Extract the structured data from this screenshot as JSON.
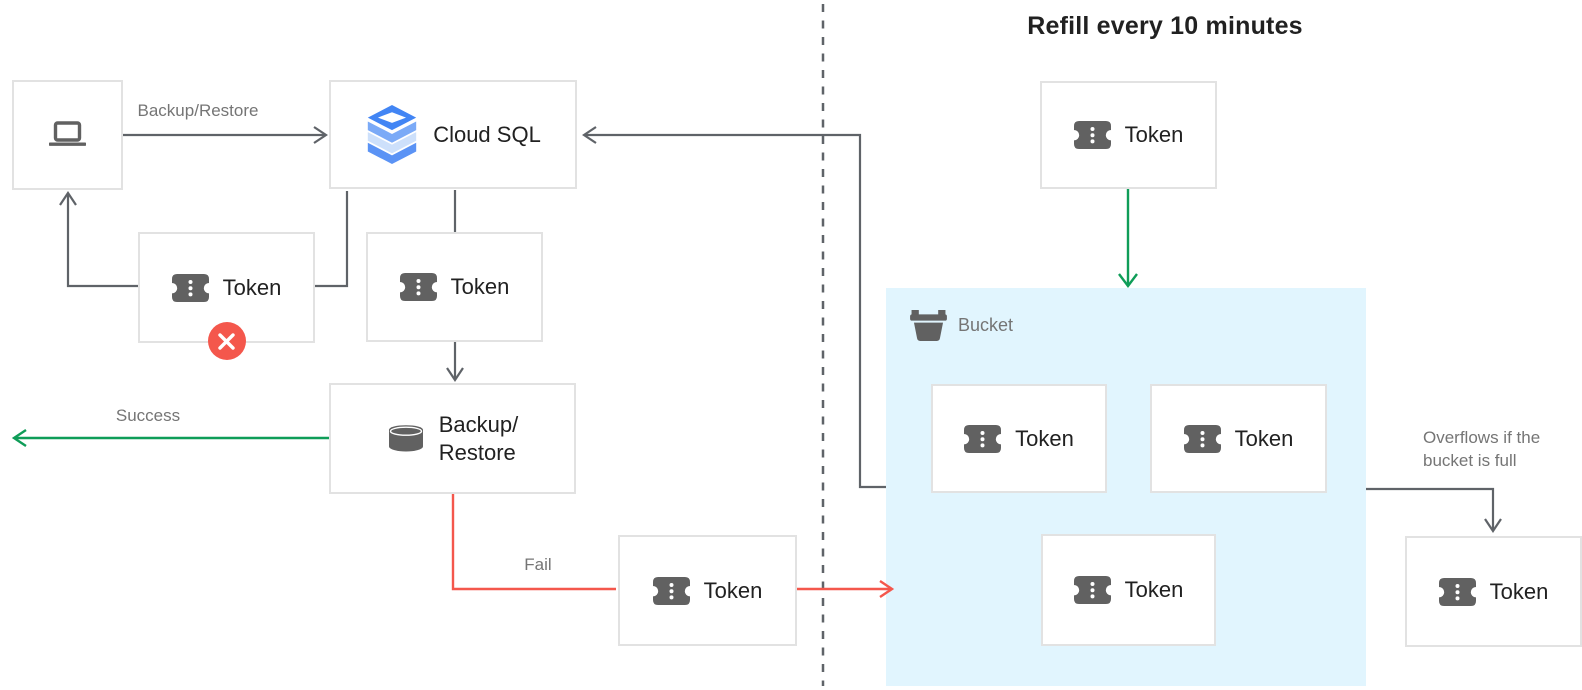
{
  "title": "Refill every 10 minutes",
  "labels": {
    "token": "Token",
    "cloud_sql": "Cloud SQL",
    "backup_restore_line1": "Backup/",
    "backup_restore_line2": "Restore",
    "bucket": "Bucket"
  },
  "edges": {
    "backup_restore": "Backup/Restore",
    "success": "Success",
    "fail": "Fail",
    "overflow_line1": "Overflows if the",
    "overflow_line2": "bucket is full"
  },
  "icons": [
    "laptop-icon",
    "cloud-sql-icon",
    "token-icon",
    "database-icon",
    "bucket-icon",
    "rejected-x-icon"
  ],
  "colors": {
    "success_green": "#0f9d58",
    "fail_red": "#f4574c",
    "connector_gray": "#5f6368",
    "bucket_fill": "#e1f5fe",
    "box_border": "#e2e2e2",
    "gray_text": "#757575",
    "dark_text": "#212121",
    "icon_gray": "#616161",
    "cloud_sql_blue": "#4285f4"
  }
}
